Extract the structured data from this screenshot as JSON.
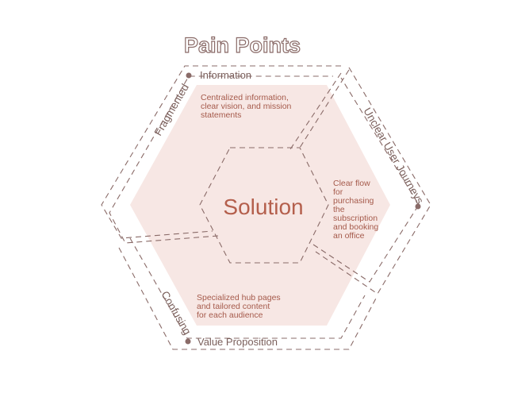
{
  "title": "Pain Points",
  "center": "Solution",
  "sides": {
    "top_left": "Fragmented",
    "top_right": "Unclear User Journeys",
    "bottom_left": "Confusing"
  },
  "dots": {
    "top": "Information",
    "bottom": "Value Proposition"
  },
  "texts": {
    "top": [
      "Centralized information,",
      "clear vision, and mission",
      "statements"
    ],
    "right": [
      "Clear flow",
      "for",
      "purchasing",
      "the",
      "subscription",
      "and booking",
      "an office"
    ],
    "bottom": [
      "Specialized hub pages",
      "and tailored content",
      "for each audience"
    ]
  },
  "colors": {
    "fill": "#f7e7e4",
    "stroke": "#8a6b68",
    "accent": "#b45f4c"
  }
}
